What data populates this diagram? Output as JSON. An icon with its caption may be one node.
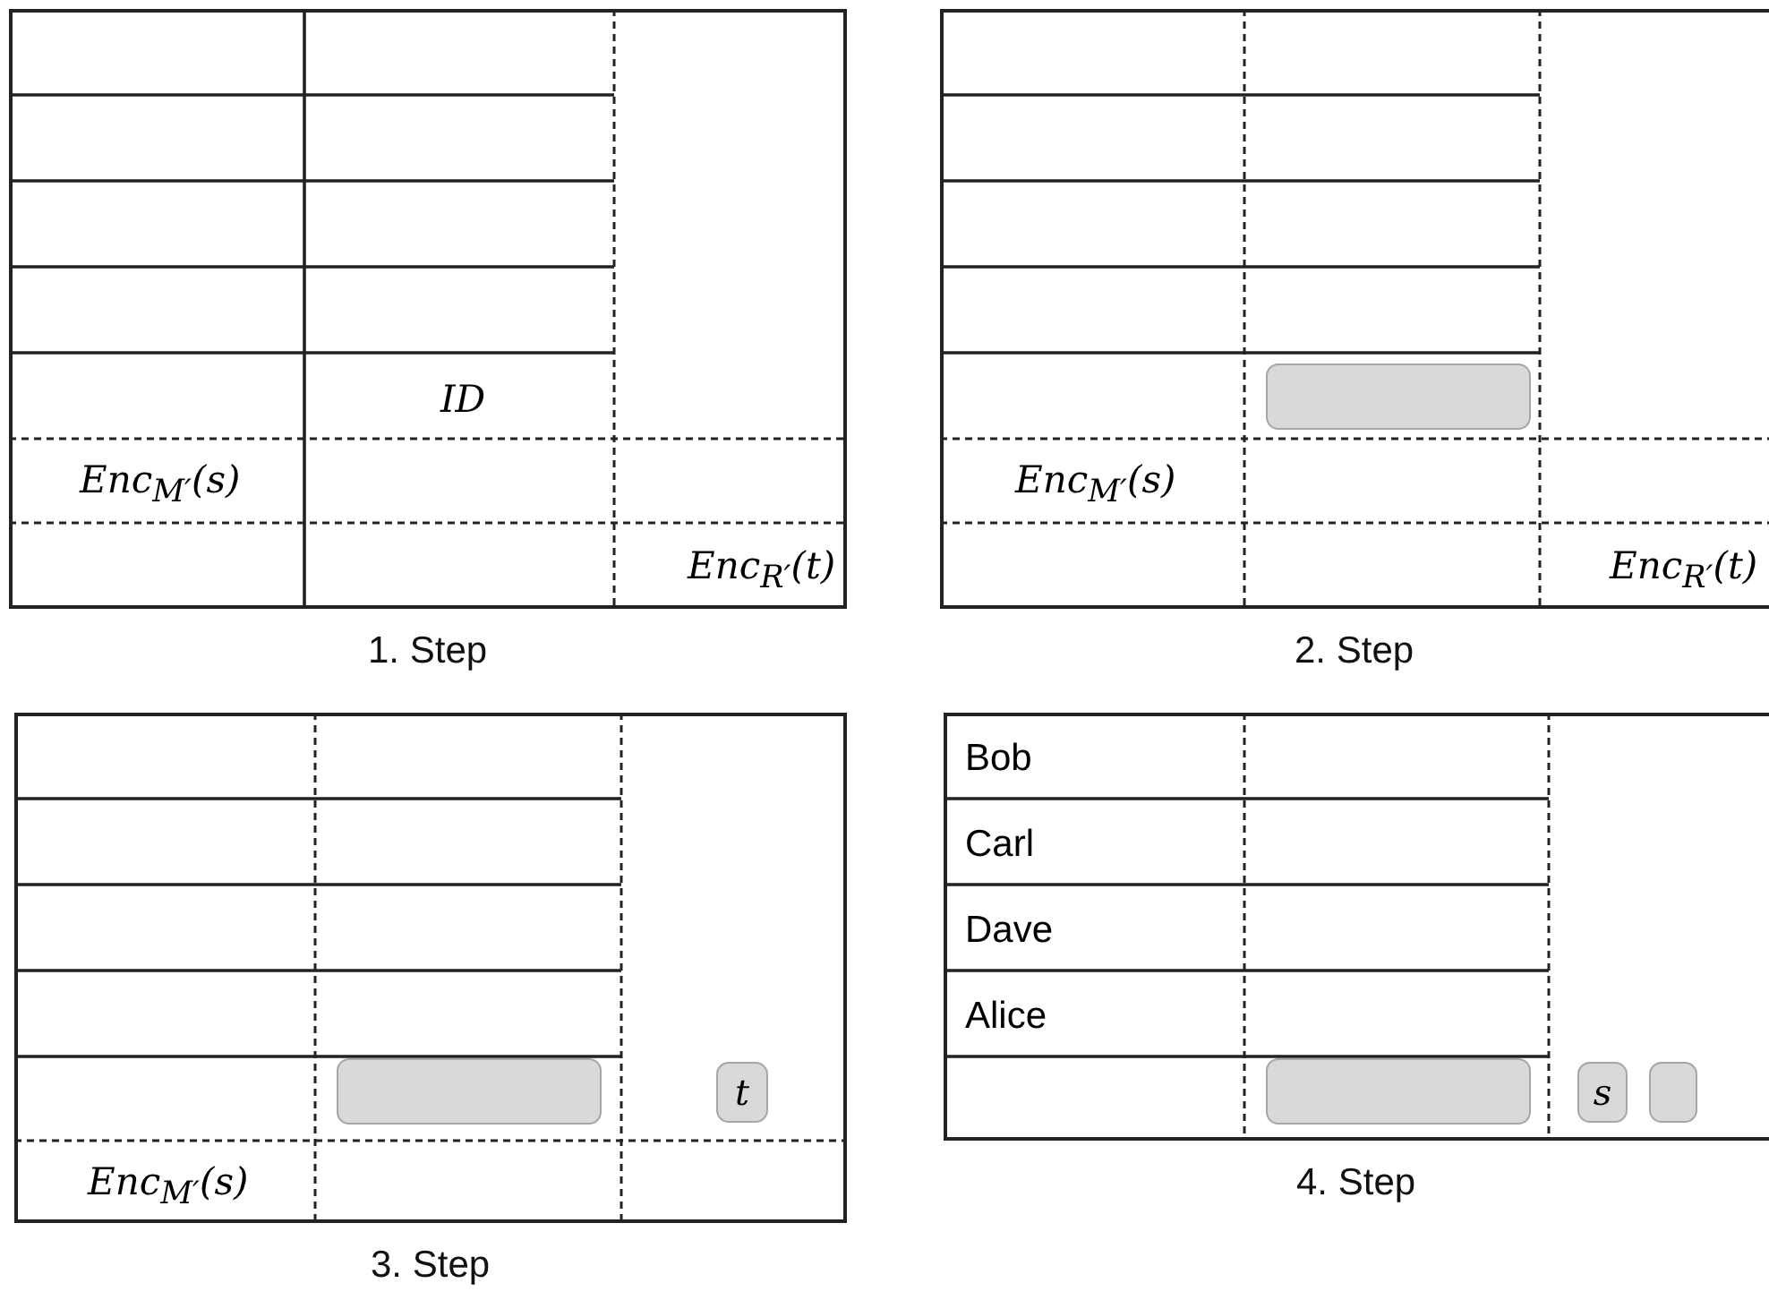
{
  "diagram": {
    "nodes": [
      {
        "text": [],
        "shape": "box",
        "beside": [
          "1. Step"
        ]
      },
      {
        "text": [],
        "shape": "box",
        "beside": [
          "2. Step"
        ]
      },
      {
        "text": [],
        "shape": "box",
        "in": 1
      },
      {
        "text": [],
        "shape": "box",
        "beside": [
          "3. Step"
        ]
      },
      {
        "text": [],
        "shape": "box",
        "in": 3
      },
      {
        "text": [
          "t"
        ],
        "in": 3
      },
      {
        "text": [],
        "shape": "box",
        "beside": [
          "4. Step"
        ]
      },
      {
        "text": [],
        "shape": "box",
        "in": 6
      },
      {
        "text": [
          "s"
        ],
        "in": 6
      },
      {
        "text": [],
        "shape": "box",
        "in": 6
      }
    ],
    "labels": [
      "ID",
      "Enc$_{M′}$(s)",
      "Enc$_{R′}$(t)",
      "Enc$_{M′}$(s)",
      "Enc$_{R′}$(t)",
      "Enc$_{M′}$(s)",
      "Bob",
      "Carl",
      "Dave",
      "Alice"
    ]
  }
}
